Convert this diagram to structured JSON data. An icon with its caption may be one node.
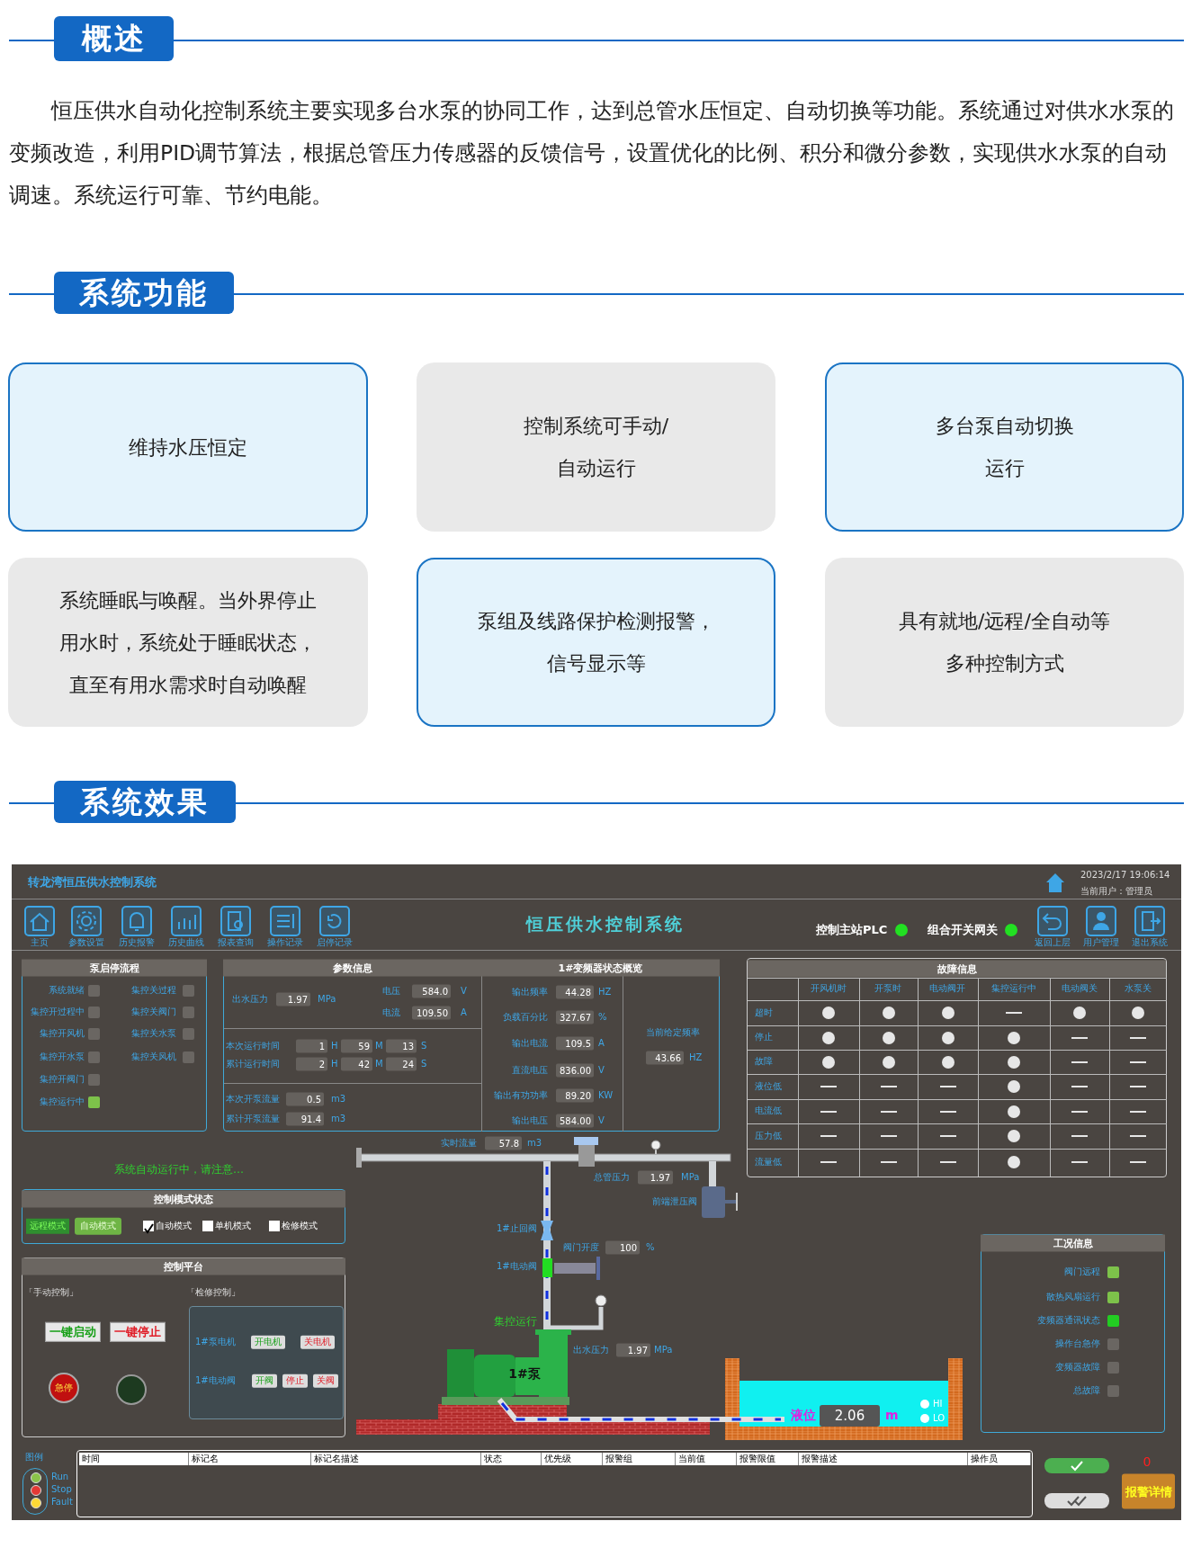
{
  "diagram": {
    "nodes": [
      {
        "text": [
          "维持水压恒定"
        ]
      },
      {
        "text": [
          "控制系统可手动/自动运行"
        ]
      },
      {
        "text": [
          "多台泵自动切换运行"
        ]
      },
      {
        "text": [
          "系统睡眠与唤醒。当外界停止用水时，系统处于睡眠状态，直至有用水需求时自动唤醒"
        ]
      },
      {
        "text": [
          "泵组及线路保护检测报警，信号显示等"
        ]
      },
      {
        "text": [
          "具有就地/远程/全自动等多种控制方式"
        ]
      }
    ],
    "labels": [
      "概述",
      "恒压供水自动化控制系统主要实现多台水泵的协同工作，达到总管水压恒定、自动切换等功能。系统通过对供水水泵的变频改造，利用PID调节算法，根据总管压力传感器的反馈信号，设置优化的比例、积分和微分参数，实现供水水泵的自动调速。系统运行可靠、节约电能。",
      "系统功能",
      "系统效果",
      "转龙湾恒压供水控制系统",
      "2023/2/17 19:06:14",
      "当前用户：管理员",
      "主页",
      "参数设置",
      "历史报警",
      "历史曲线",
      "报表查询",
      "操作记录",
      "启停记录",
      "恒压供水控制系统",
      "控制主站PLC",
      "组合开关网关",
      "返回上层",
      "用户管理",
      "退出系统",
      "泵启停流程",
      "系统就绪",
      "集控关过程",
      "集控开过程中",
      "集控关阀门",
      "集控开风机",
      "集控关水泵",
      "集控开水泵",
      "集控关风机",
      "集控开阀门",
      "集控运行中",
      "参数信息",
      "出水压力",
      "1.97",
      "MPa",
      "电压",
      "584.0",
      "V",
      "电流",
      "109.50",
      "A",
      "本次运行时间",
      "1",
      "H",
      "59",
      "M",
      "13",
      "S",
      "累计运行时间",
      "2",
      "H",
      "42",
      "M",
      "24",
      "S",
      "本次开泵流量",
      "0.5",
      "m3",
      "累计开泵流量",
      "91.4",
      "m3",
      "1#变频器状态概览",
      "输出频率",
      "44.28",
      "HZ",
      "负载百分比",
      "327.67",
      "%",
      "输出电流",
      "109.5",
      "A",
      "直流电压",
      "836.00",
      "V",
      "输出有功功率",
      "89.20",
      "KW",
      "输出电压",
      "584.00",
      "V",
      "当前给定频率",
      "43.66",
      "HZ",
      "故障信息",
      "开风机时",
      "开泵时",
      "电动阀开",
      "集控运行中",
      "电动阀关",
      "水泵关",
      "超时",
      "停止",
      "故障",
      "液位低",
      "电流低",
      "压力低",
      "流量低",
      "系统自动运行中，请注意…",
      "控制模式状态",
      "远程模式",
      "自动模式",
      "自动模式",
      "单机模式",
      "检修模式",
      "控制平台",
      "「手动控制」",
      "「检修控制」",
      "一键启动",
      "一键停止",
      "急停",
      "1#泵电机",
      "开电机",
      "关电机",
      "1#电动阀",
      "开阀",
      "停止",
      "关阀",
      "实时流量",
      "57.8",
      "m3",
      "总管压力",
      "1.97",
      "MPa",
      "前端泄压阀",
      "1#止回阀",
      "阀门开度",
      "100",
      "%",
      "1#电动阀",
      "集控运行",
      "出水压力",
      "1.97",
      "MPa",
      "1#泵",
      "液位",
      "2.06",
      "m",
      "HI",
      "LO",
      "工况信息",
      "阀门远程",
      "散热风扇运行",
      "变频器通讯状态",
      "操作台急停",
      "变频器故障",
      "总故障",
      "图例",
      "时间",
      "标记名",
      "标记名描述",
      "状态",
      "优先级",
      "报警组",
      "当前值",
      "报警限值",
      "报警描述",
      "操作员",
      "0",
      "报警详情"
    ],
    "legend": [
      {
        "text": "Run",
        "color": "#8bc34a"
      },
      {
        "text": "Stop",
        "color": "#e53935"
      },
      {
        "text": "Fault",
        "color": "#fdd835"
      }
    ]
  }
}
